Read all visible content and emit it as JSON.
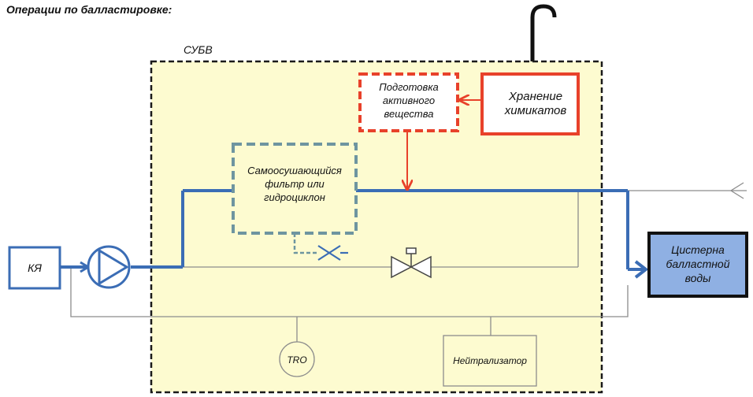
{
  "heading": "Операции по балластировке:",
  "system_label": "СУБВ",
  "boxes": {
    "chemical_storage": [
      "Хранение",
      "химикатов"
    ],
    "active_substance_prep": [
      "Подготовка",
      "активного",
      "вещества"
    ],
    "filter": [
      "Самоосушающийся",
      "фильтр или",
      "гидроциклон"
    ],
    "sea_chest": "КЯ",
    "ballast_tank": [
      "Цистерна",
      "балластной",
      "воды"
    ],
    "tro": "TRO",
    "neutralizer": "Нейтрализатор"
  },
  "colors": {
    "system_fill": "#fdfbd0",
    "chemical": "#e8412a",
    "main_pipe": "#3b6db5",
    "filter_pipe": "#6e95a0",
    "thin_line": "#8c8c8c",
    "tank_fill": "#8fb0e3",
    "frame": "#1a1a1a"
  }
}
